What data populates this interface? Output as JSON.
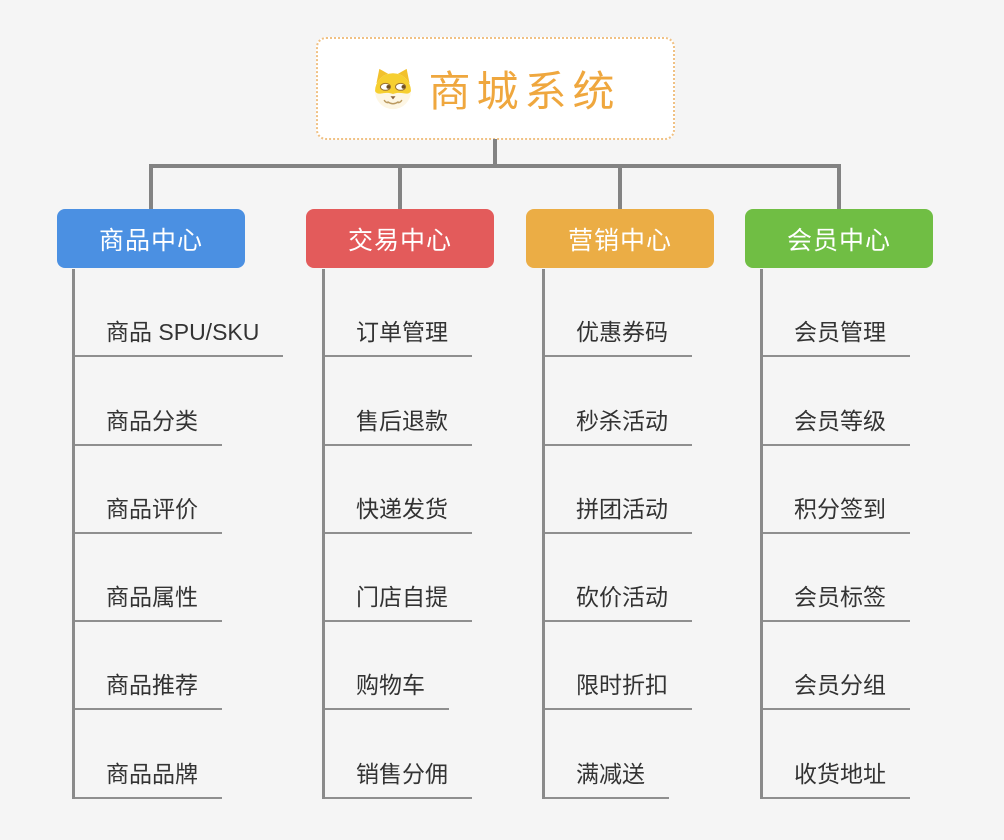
{
  "root": {
    "title": "商城系统",
    "icon": "dog-face-icon",
    "accent_color": "#efa73e"
  },
  "branches": [
    {
      "label": "商品中心",
      "color": "#4b90e2",
      "items": [
        "商品 SPU/SKU",
        "商品分类",
        "商品评价",
        "商品属性",
        "商品推荐",
        "商品品牌"
      ]
    },
    {
      "label": "交易中心",
      "color": "#e35b5b",
      "items": [
        "订单管理",
        "售后退款",
        "快递发货",
        "门店自提",
        "购物车",
        "销售分佣"
      ]
    },
    {
      "label": "营销中心",
      "color": "#ebad45",
      "items": [
        "优惠券码",
        "秒杀活动",
        "拼团活动",
        "砍价活动",
        "限时折扣",
        "满减送"
      ]
    },
    {
      "label": "会员中心",
      "color": "#70be44",
      "items": [
        "会员管理",
        "会员等级",
        "积分签到",
        "会员标签",
        "会员分组",
        "收货地址"
      ]
    }
  ],
  "connector_color": "#838383",
  "background_color": "#f5f5f5"
}
